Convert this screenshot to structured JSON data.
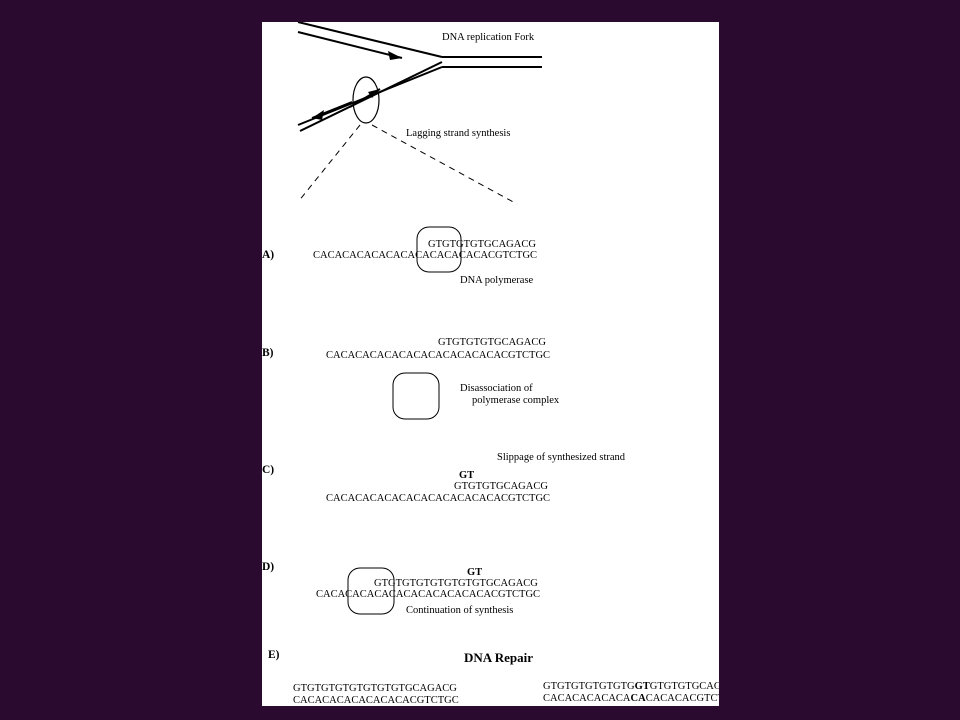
{
  "fork": {
    "title": "DNA replication Fork",
    "lagging_label": "Lagging strand synthesis"
  },
  "A": {
    "label": "A)",
    "top_seq": "GTGTGTGTGCAGACG",
    "bottom_seq": "CACACACACACACACACACACACACGTCTGC",
    "caption": "DNA polymerase"
  },
  "B": {
    "label": "B)",
    "top_seq": "GTGTGTGTGCAGACG",
    "bottom_seq": "CACACACACACACACACACACACACGTCTGC",
    "caption_line1": "Disassociation of",
    "caption_line2": "polymerase complex"
  },
  "C": {
    "label": "C)",
    "caption": "Slippage of synthesized strand",
    "loop": "GT",
    "top_seq": "GTGTGTGCAGACG",
    "bottom_seq": "CACACACACACACACACACACACACGTCTGC"
  },
  "D": {
    "label": "D)",
    "loop": "GT",
    "top_seq": "GTGTGTGTGTGTGTGTGCAGACG",
    "bottom_seq": "CACACACACACACACACACACACACGTCTGC",
    "caption": "Continuation of synthesis"
  },
  "E": {
    "label": "E)",
    "title": "DNA Repair",
    "left_top": "GTGTGTGTGTGTGTGTGCAGACG",
    "left_bottom": "CACACACACACACACACGTCTGC",
    "right_top_a": "GTGTGTGTGTGTG",
    "right_top_b": "GT",
    "right_top_c": "GTGTGTGCAGACG",
    "right_bottom_a": "CACACACACACA",
    "right_bottom_b": "CA",
    "right_bottom_c": "CACACACGTCTGC"
  }
}
